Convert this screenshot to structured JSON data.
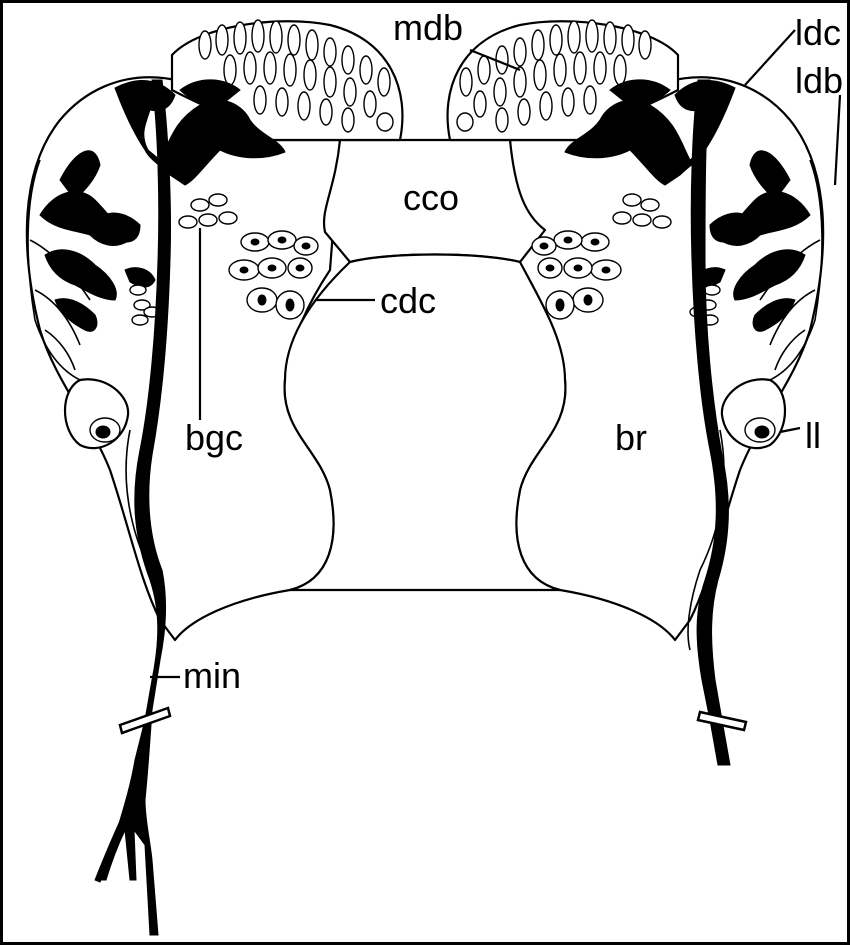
{
  "labels": {
    "mdb": "mdb",
    "ldc": "ldc",
    "ldb": "ldb",
    "cco": "cco",
    "cdc": "cdc",
    "bgc": "bgc",
    "br": "br",
    "ll": "ll",
    "min": "min"
  },
  "colors": {
    "ink": "#000000",
    "paper": "#ffffff"
  }
}
